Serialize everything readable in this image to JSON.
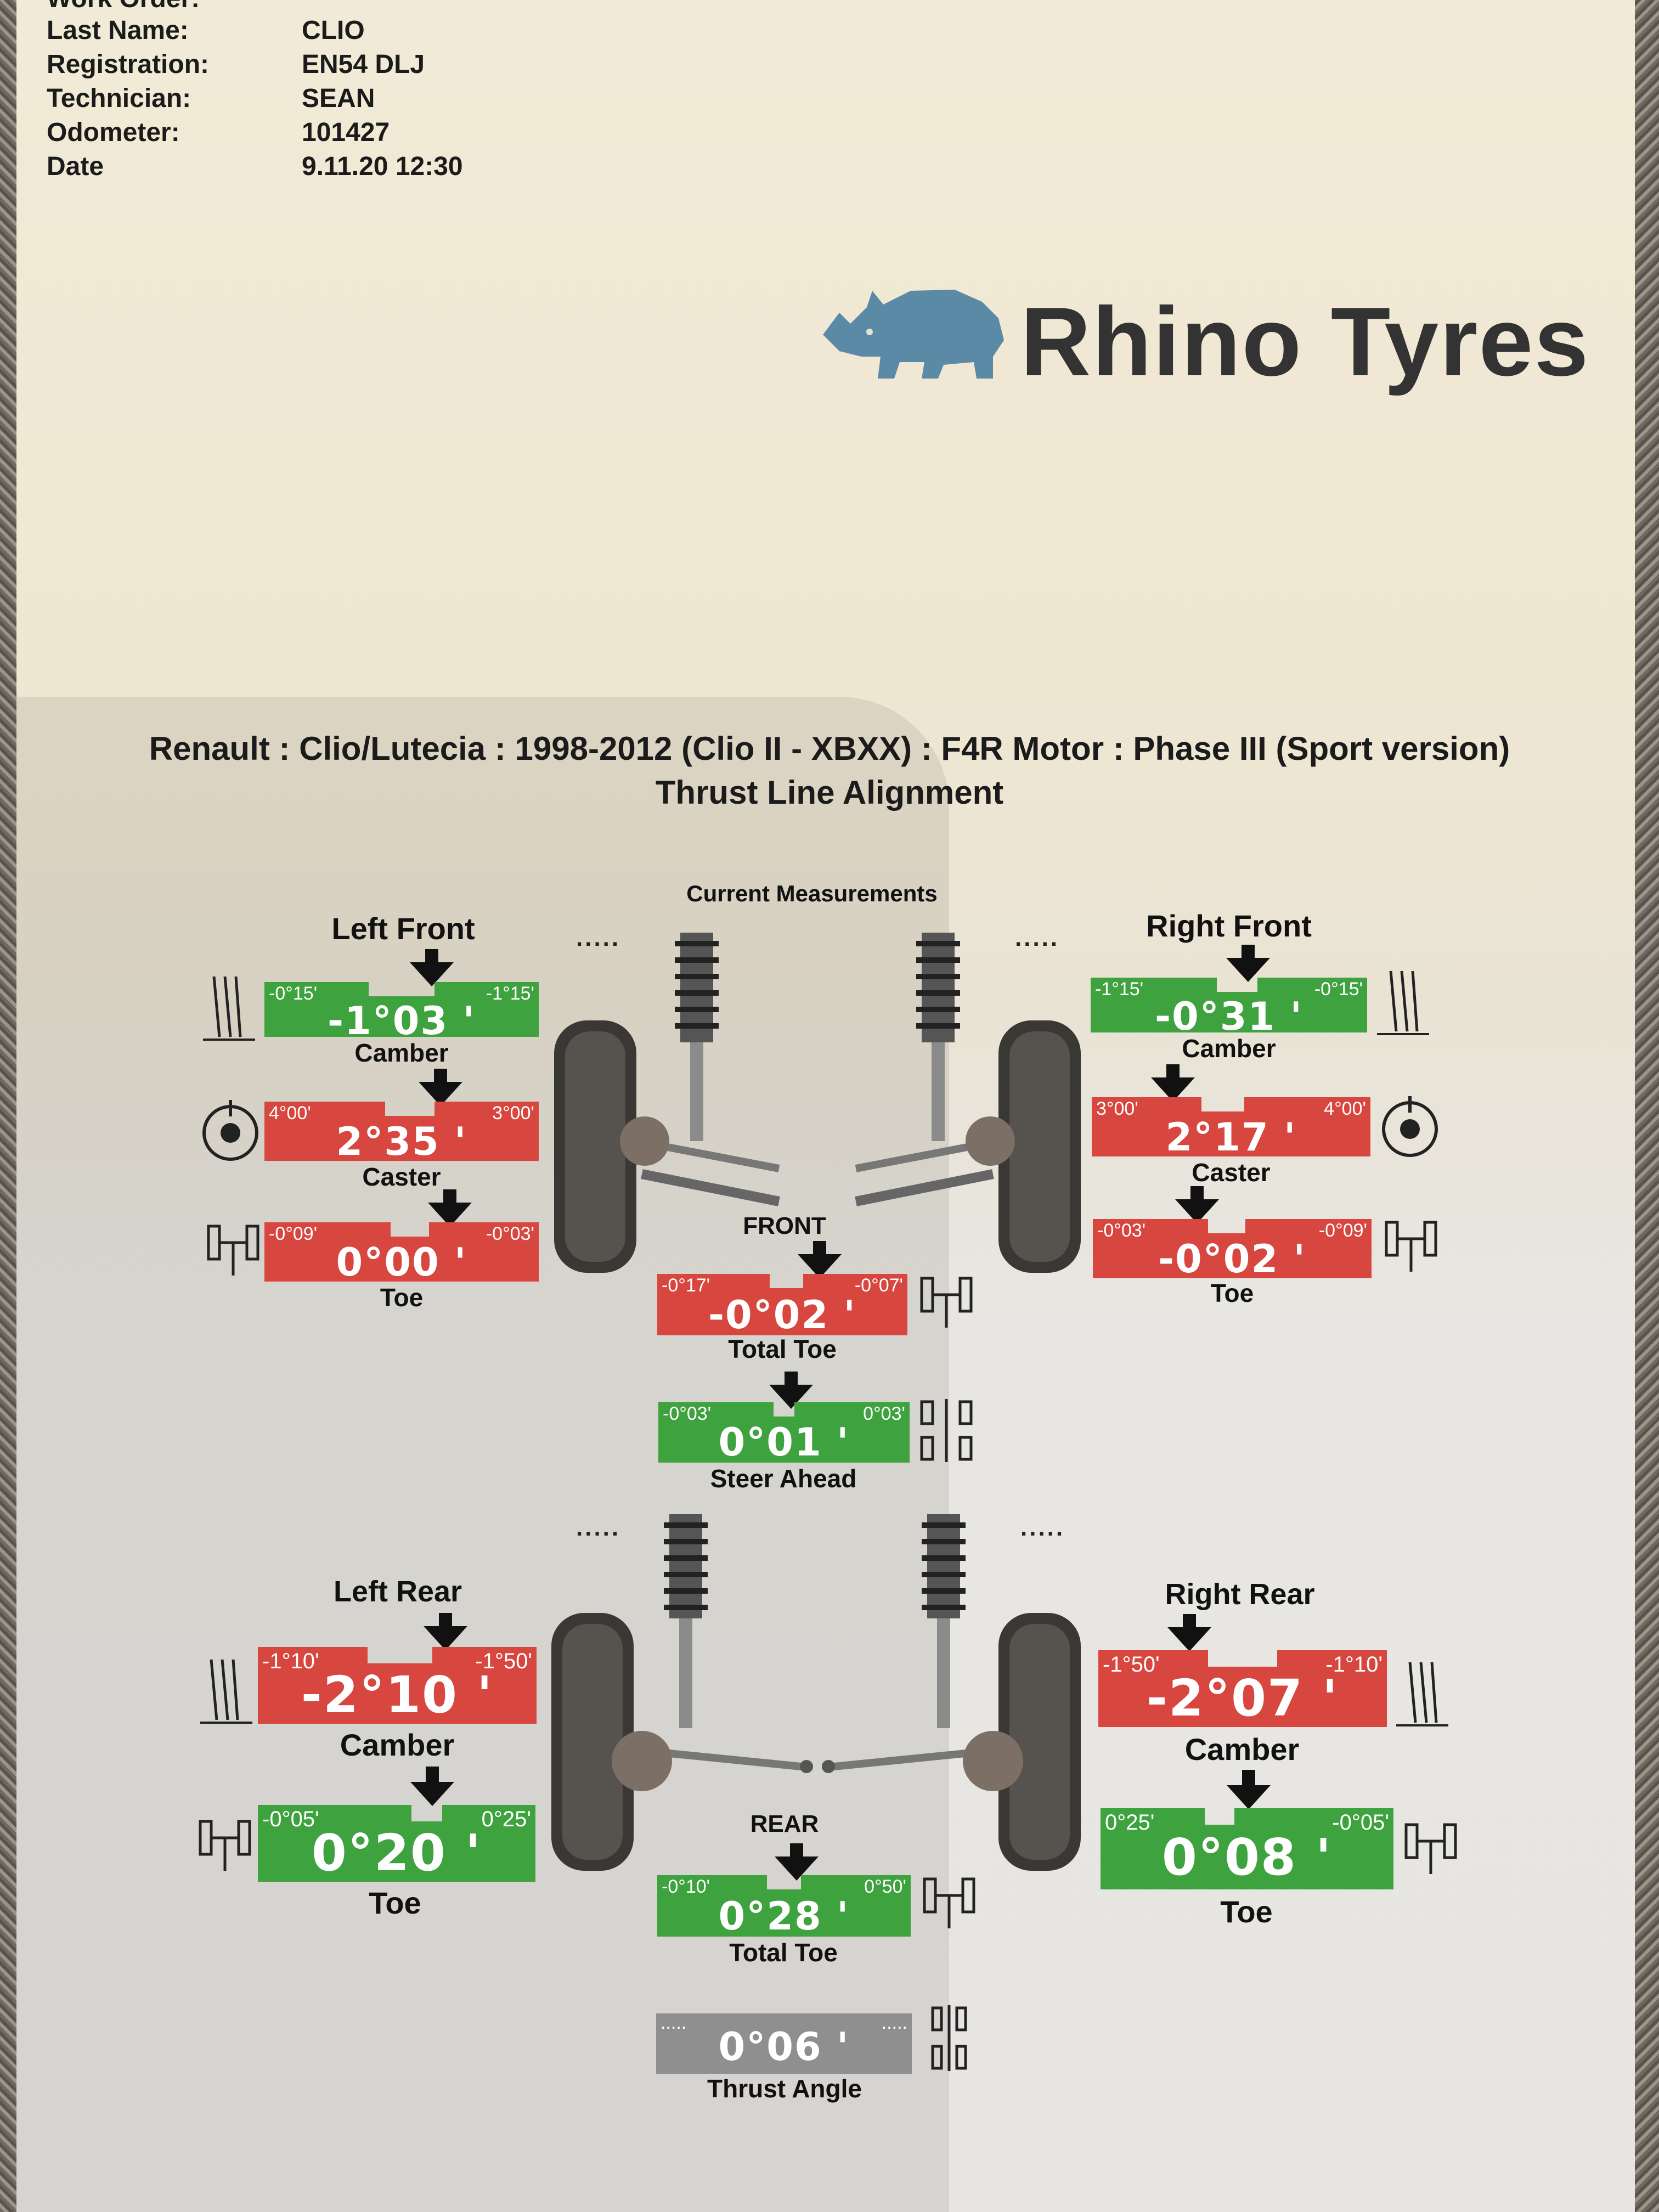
{
  "customer": {
    "truncated_label": "Work Order:",
    "rows": [
      {
        "key": "Last Name:",
        "value": "CLIO"
      },
      {
        "key": "Registration:",
        "value": "EN54 DLJ"
      },
      {
        "key": "Technician:",
        "value": "SEAN"
      },
      {
        "key": "Odometer:",
        "value": "101427"
      },
      {
        "key": "Date",
        "value": "9.11.20 12:30"
      }
    ]
  },
  "brand": {
    "name": "Rhino Tyres",
    "logo_icon": "rhino-icon",
    "color": "#5b8aa6"
  },
  "vehicle": {
    "title": "Renault : Clio/Lutecia : 1998-2012 (Clio II - XBXX) : F4R Motor : Phase III (Sport version)",
    "subtitle": "Thrust Line Alignment"
  },
  "section_label": "Current Measurements",
  "ellipsis": ".....",
  "colors": {
    "green": "#3ea23e",
    "red": "#d8473f",
    "gray": "#8f8f8f"
  },
  "front": {
    "axle_label": "FRONT",
    "left_title": "Left Front",
    "right_title": "Right Front",
    "left_camber": {
      "label": "Camber",
      "min": "-0°15'",
      "max": "-1°15'",
      "value": "-1°03",
      "status": "green"
    },
    "left_caster": {
      "label": "Caster",
      "min": "4°00'",
      "max": "3°00'",
      "value": "2°35",
      "status": "red"
    },
    "left_toe": {
      "label": "Toe",
      "min": "-0°09'",
      "max": "-0°03'",
      "value": "0°00",
      "status": "red"
    },
    "right_camber": {
      "label": "Camber",
      "min": "-1°15'",
      "max": "-0°15'",
      "value": "-0°31",
      "status": "green"
    },
    "right_caster": {
      "label": "Caster",
      "min": "3°00'",
      "max": "4°00'",
      "value": "2°17",
      "status": "red"
    },
    "right_toe": {
      "label": "Toe",
      "min": "-0°03'",
      "max": "-0°09'",
      "value": "-0°02",
      "status": "red"
    },
    "total_toe": {
      "label": "Total Toe",
      "min": "-0°17'",
      "max": "-0°07'",
      "value": "-0°02",
      "status": "red"
    },
    "steer_ahead": {
      "label": "Steer Ahead",
      "min": "-0°03'",
      "max": "0°03'",
      "value": "0°01",
      "status": "green"
    }
  },
  "rear": {
    "axle_label": "REAR",
    "left_title": "Left Rear",
    "right_title": "Right Rear",
    "left_camber": {
      "label": "Camber",
      "min": "-1°10'",
      "max": "-1°50'",
      "value": "-2°10",
      "status": "red"
    },
    "left_toe": {
      "label": "Toe",
      "min": "-0°05'",
      "max": "0°25'",
      "value": "0°20",
      "status": "green"
    },
    "right_camber": {
      "label": "Camber",
      "min": "-1°50'",
      "max": "-1°10'",
      "value": "-2°07",
      "status": "red"
    },
    "right_toe": {
      "label": "Toe",
      "min": "0°25'",
      "max": "-0°05'",
      "value": "0°08",
      "status": "green"
    },
    "total_toe": {
      "label": "Total Toe",
      "min": "-0°10'",
      "max": "0°50'",
      "value": "0°28",
      "status": "green"
    },
    "thrust_angle": {
      "label": "Thrust Angle",
      "min": ".....",
      "max": ".....",
      "value": "0°06",
      "status": "gray"
    }
  }
}
